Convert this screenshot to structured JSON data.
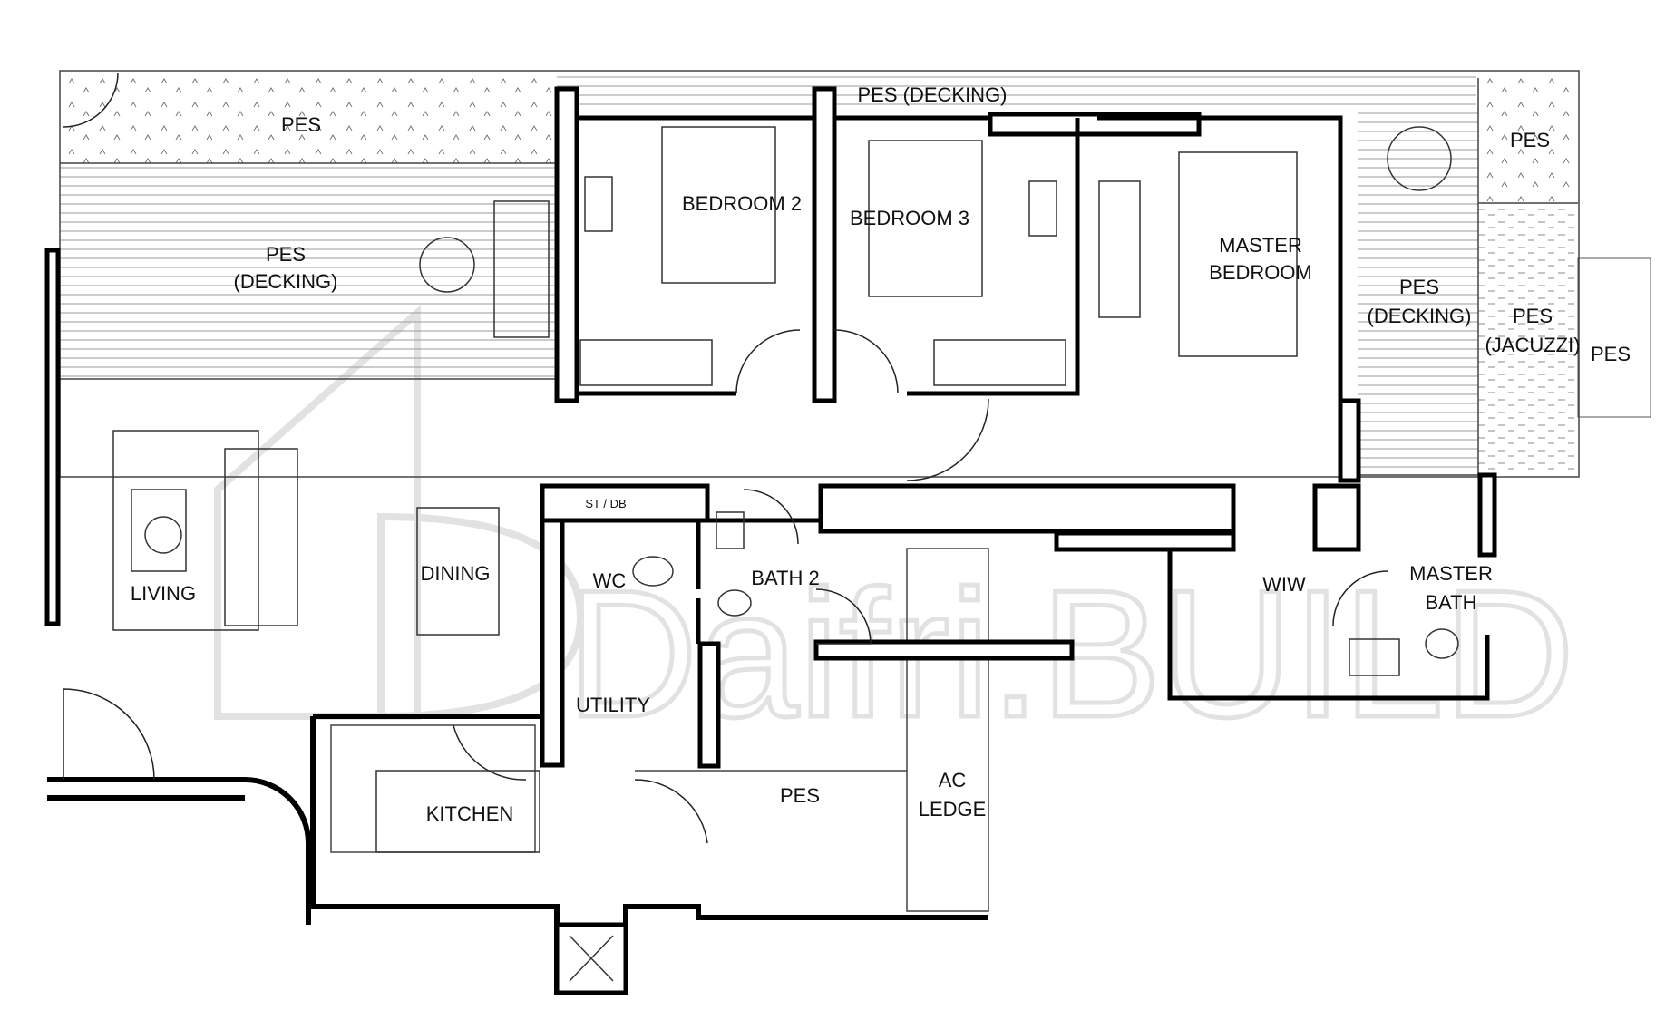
{
  "watermark": "Daifri.BUILD",
  "rooms": {
    "pes_top_left": "PES",
    "pes_decking_top": "PES (DECKING)",
    "pes_decking_left_1": "PES",
    "pes_decking_left_2": "(DECKING)",
    "bedroom_2": "BEDROOM 2",
    "bedroom_3": "BEDROOM 3",
    "master_bedroom_1": "MASTER",
    "master_bedroom_2": "BEDROOM",
    "pes_top_right": "PES",
    "pes_decking_right_1": "PES",
    "pes_decking_right_2": "(DECKING)",
    "pes_jacuzzi_1": "PES",
    "pes_jacuzzi_2": "(JACUZZI)",
    "pes_far_right": "PES",
    "living": "LIVING",
    "dining": "DINING",
    "st_db": "ST / DB",
    "wc": "WC",
    "bath_2": "BATH 2",
    "wiw": "WIW",
    "master_bath_1": "MASTER",
    "master_bath_2": "BATH",
    "utility": "UTILITY",
    "kitchen": "KITCHEN",
    "pes_bottom": "PES",
    "ac_ledge_1": "AC",
    "ac_ledge_2": "LEDGE"
  }
}
